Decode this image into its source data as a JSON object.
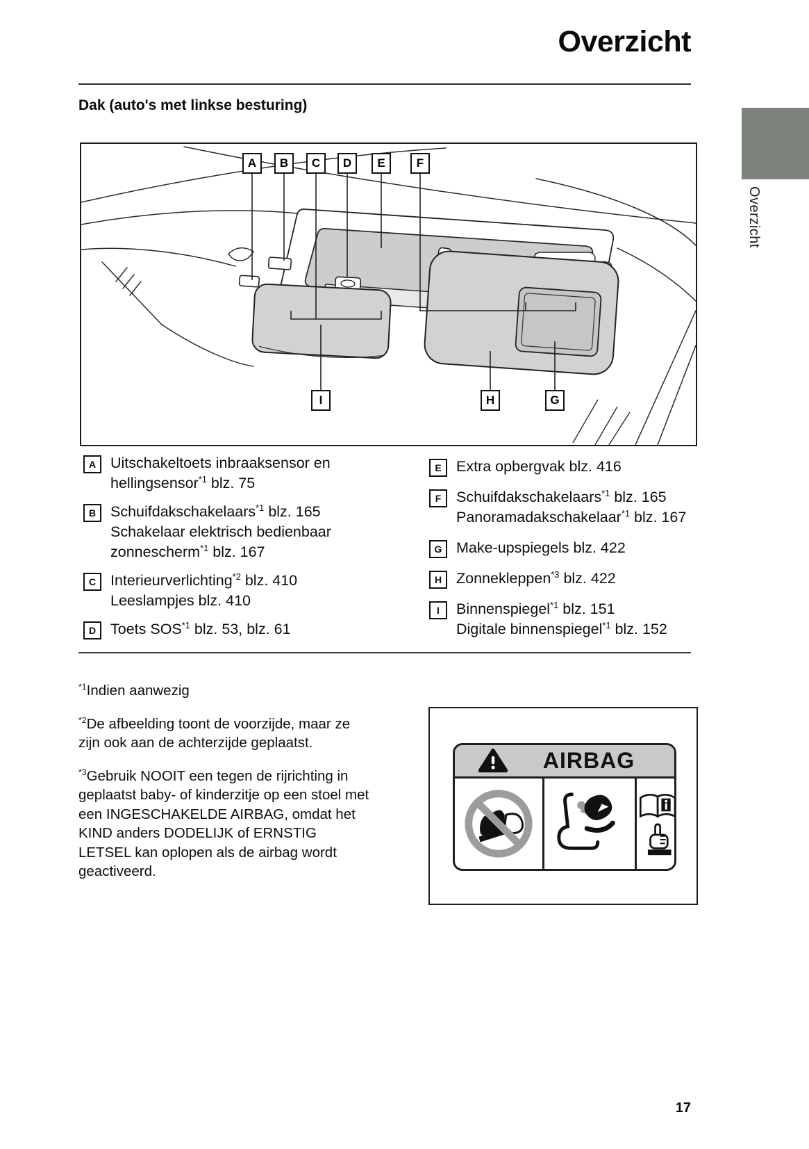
{
  "page": {
    "title": "Overzicht",
    "side_tab_label": "Overzicht",
    "section_heading": "Dak (auto's met linkse besturing)",
    "page_number": "17"
  },
  "colors": {
    "side_tab_gray": "#7c817c",
    "warning_header_gray": "#c9c9c9",
    "visor_gray": "#d2d2d2",
    "console_gray": "#cdcdcd"
  },
  "diagram": {
    "top_labels": [
      "A",
      "B",
      "C",
      "D",
      "E",
      "F"
    ],
    "bottom_labels": [
      "I",
      "H",
      "G"
    ]
  },
  "legend": {
    "left": [
      {
        "letter": "A",
        "lines": [
          [
            "Uitschakeltoets inbraaksensor en"
          ],
          [
            "hellingsensor",
            "*1",
            " blz. 75"
          ]
        ]
      },
      {
        "letter": "B",
        "lines": [
          [
            "Schuifdakschakelaars",
            "*1",
            " blz. 165"
          ],
          [
            "Schakelaar elektrisch bedienbaar"
          ],
          [
            "zonnescherm",
            "*1",
            " blz. 167"
          ]
        ]
      },
      {
        "letter": "C",
        "lines": [
          [
            "Interieurverlichting",
            "*2",
            " blz. 410"
          ],
          [
            "Leeslampjes blz. 410"
          ]
        ]
      },
      {
        "letter": "D",
        "lines": [
          [
            "Toets SOS",
            "*1",
            " blz. 53, blz. 61"
          ]
        ]
      }
    ],
    "right": [
      {
        "letter": "E",
        "lines": [
          [
            "Extra opbergvak blz. 416"
          ]
        ]
      },
      {
        "letter": "F",
        "lines": [
          [
            "Schuifdakschakelaars",
            "*1",
            " blz. 165"
          ],
          [
            "Panoramadakschakelaar",
            "*1",
            " blz. 167"
          ]
        ]
      },
      {
        "letter": "G",
        "lines": [
          [
            "Make-upspiegels blz. 422"
          ]
        ]
      },
      {
        "letter": "H",
        "lines": [
          [
            "Zonnekleppen",
            "*3",
            " blz. 422"
          ]
        ]
      },
      {
        "letter": "I",
        "lines": [
          [
            "Binnenspiegel",
            "*1",
            " blz. 151"
          ],
          [
            "Digitale binnenspiegel",
            "*1",
            " blz. 152"
          ]
        ]
      }
    ]
  },
  "footnotes": [
    {
      "marker": "*1",
      "text": "Indien aanwezig"
    },
    {
      "marker": "*2",
      "text": "De afbeelding toont de voorzijde, maar ze zijn ook aan de achterzijde geplaatst."
    },
    {
      "marker": "*3",
      "text": "Gebruik NOOIT een tegen de rijrichting in geplaatst baby- of kinderzitje op een stoel met een INGESCHAKELDE AIRBAG, omdat het KIND anders DODELIJK of ERNSTIG LETSEL kan oplopen als de airbag wordt geactiveerd."
    }
  ],
  "warning_label": {
    "header": "AIRBAG"
  }
}
